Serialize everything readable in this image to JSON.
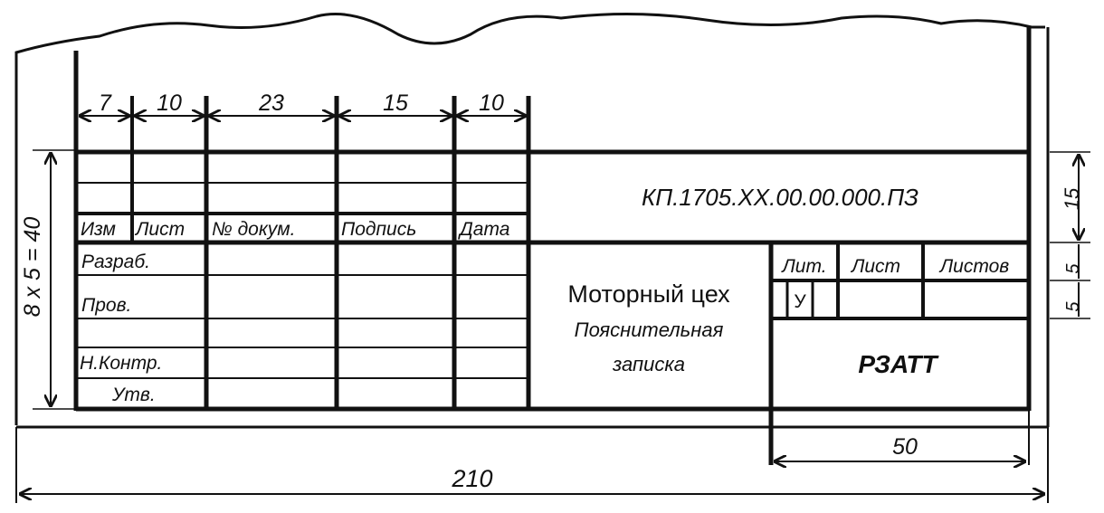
{
  "colors": {
    "ink": "#111111",
    "paper": "#ffffff"
  },
  "dimensions": {
    "col_izm": "7",
    "col_list": "10",
    "col_doc": "23",
    "col_sign": "15",
    "col_date": "10",
    "height_total": "8 x 5 = 40",
    "right_top": "15",
    "right_mid": "5",
    "right_low": "5",
    "lit_block_width": "50",
    "sheet_width": "210"
  },
  "table": {
    "header": {
      "izm": "Изм",
      "list": "Лист",
      "doc_no": "№ докум.",
      "signature": "Подпись",
      "date": "Дата"
    },
    "rows": {
      "developed": "Разраб.",
      "checked": "Пров.",
      "norm_control": "Н.Контр.",
      "approved": "Утв."
    }
  },
  "title_block": {
    "document_code": "КП.1705.XX.00.00.000.ПЗ",
    "name_line1": "Моторный цех",
    "name_line2": "Пояснительная",
    "name_line3": "записка",
    "lit_label": "Лит.",
    "sheet_label": "Лист",
    "sheets_label": "Листов",
    "lit_value": "У",
    "organization": "РЗАТТ"
  }
}
